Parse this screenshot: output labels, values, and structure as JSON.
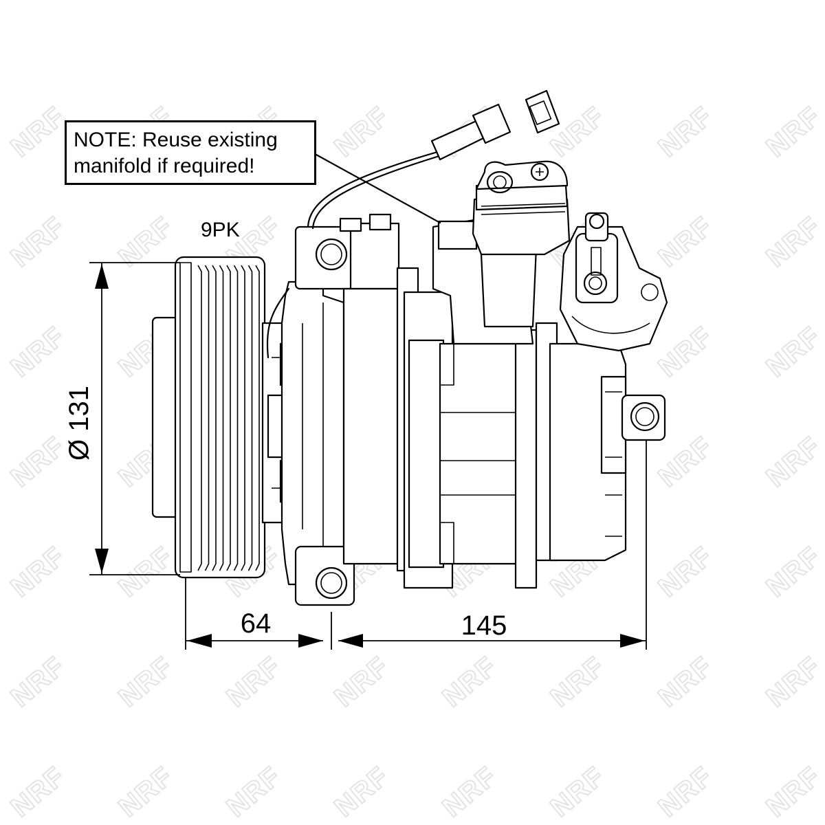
{
  "note": {
    "line1": "NOTE: Reuse existing",
    "line2": "manifold if required!"
  },
  "pulley_label": "9PK",
  "dimensions": {
    "diameter": "Ø 131",
    "width_pulley": "64",
    "width_body": "145"
  },
  "watermark": "NRF"
}
